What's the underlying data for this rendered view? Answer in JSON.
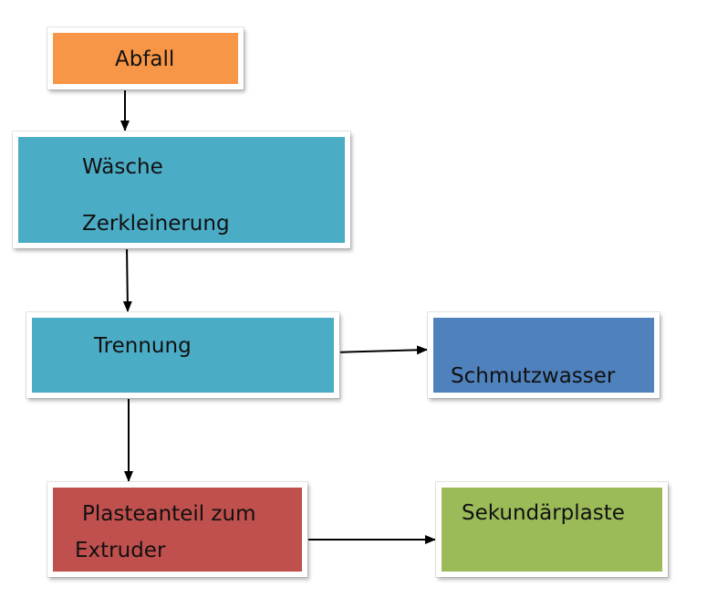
{
  "nodes": {
    "abfall": "Abfall",
    "waesche": "Wäsche",
    "zerkleinerung": "Zerkleinerung",
    "trennung": "Trennung",
    "schmutzwasser": "Schmutzwasser",
    "plasteanteil_line1": "Plasteanteil zum",
    "plasteanteil_line2": "Extruder",
    "sekundaerplaste": "Sekundärplaste"
  },
  "colors": {
    "abfall": "#f79646",
    "waesche_zerkleinerung": "#4bacc6",
    "trennung": "#4bacc6",
    "schmutzwasser": "#4f81bd",
    "plasteanteil": "#c0504d",
    "sekundaerplaste": "#9bbb59",
    "arrow": "#000000"
  }
}
